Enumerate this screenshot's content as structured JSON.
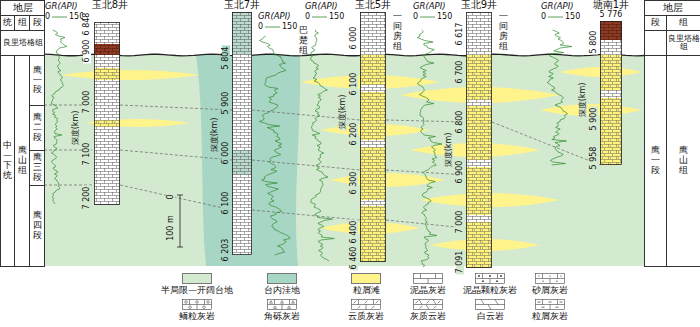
{
  "diagram": {
    "nodes": [
      {
        "text": [
          "地层"
        ]
      },
      {
        "text": [
          "统"
        ]
      },
      {
        "text": [
          "组"
        ]
      },
      {
        "text": [
          "段"
        ]
      },
      {
        "text": [
          "良里塔格组"
        ]
      },
      {
        "text": [
          "中—下统"
        ]
      },
      {
        "text": [
          "鹰山组"
        ]
      },
      {
        "text": [
          "鹰一段"
        ]
      },
      {
        "text": [
          "鹰二段"
        ]
      },
      {
        "text": [
          "鹰三段"
        ]
      },
      {
        "text": [
          "鹰四段"
        ]
      },
      {
        "text": [
          "地层"
        ]
      },
      {
        "text": [
          "段"
        ]
      },
      {
        "text": [
          "组"
        ]
      },
      {
        "text": [
          "良里塔格组"
        ]
      },
      {
        "text": [
          "鹰一段"
        ]
      },
      {
        "text": [
          "鹰山组"
        ]
      }
    ],
    "labels": [
      "玉北8井",
      "GR(API)",
      "0",
      "150",
      "深度(km)",
      "6 848",
      "6 900",
      "7 000",
      "7 100",
      "7 200",
      "0",
      "100 m",
      "玉北7井",
      "GR(API)",
      "0",
      "150",
      "深度(km)",
      "5 804",
      "5 900",
      "6 000",
      "6 100",
      "6 203",
      "巴楚组",
      "玉北5井",
      "GR(API)",
      "0",
      "150",
      "深度(km)",
      "6 000",
      "6 100",
      "6 200",
      "6 300",
      "6 400",
      "6 460",
      "一间房组",
      "玉北9井",
      "GR(API)",
      "0",
      "150",
      "深度(km)",
      "6 617",
      "6 700",
      "6 800",
      "6 900",
      "7 000",
      "7 091",
      "一间房组",
      "塘南1井",
      "GR(API)",
      "0",
      "150",
      "深度(km)",
      "5 776",
      "5 800",
      "5 900",
      "5 958"
    ],
    "legend": [
      {
        "text": "半局限—开阔台地",
        "color": "#d4ead0"
      },
      {
        "text": "台内洼地",
        "color": "#a8d6c4"
      },
      {
        "text": "粒屑滩",
        "color": "#fff38c"
      },
      {
        "text": "泥晶灰岩"
      },
      {
        "text": "泥晶颗粒灰岩"
      },
      {
        "text": "砂屑灰岩"
      },
      {
        "text": "鲕粒灰岩"
      },
      {
        "text": "角砾灰岩"
      },
      {
        "text": "云质灰岩"
      },
      {
        "text": "灰质云岩"
      },
      {
        "text": "白云岩"
      },
      {
        "text": "粒屑灰岩"
      }
    ]
  }
}
